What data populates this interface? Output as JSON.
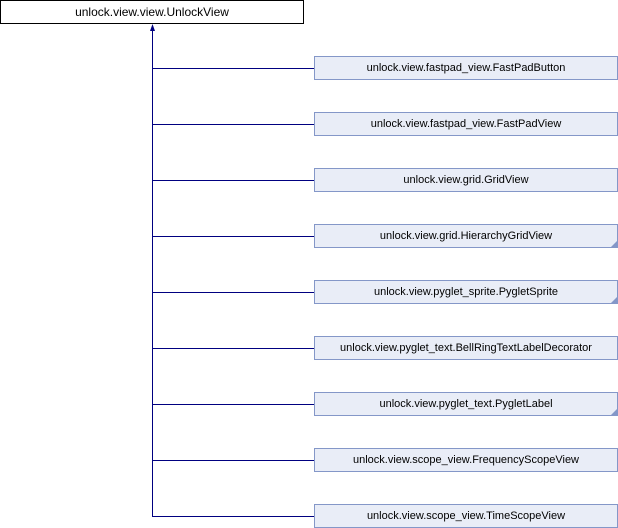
{
  "base_class": "unlock.view.view.UnlockView",
  "derived_classes": [
    {
      "name": "unlock.view.fastpad_view.FastPadButton",
      "has_subclasses": false
    },
    {
      "name": "unlock.view.fastpad_view.FastPadView",
      "has_subclasses": false
    },
    {
      "name": "unlock.view.grid.GridView",
      "has_subclasses": false
    },
    {
      "name": "unlock.view.grid.HierarchyGridView",
      "has_subclasses": true
    },
    {
      "name": "unlock.view.pyglet_sprite.PygletSprite",
      "has_subclasses": true
    },
    {
      "name": "unlock.view.pyglet_text.BellRingTextLabelDecorator",
      "has_subclasses": false
    },
    {
      "name": "unlock.view.pyglet_text.PygletLabel",
      "has_subclasses": true
    },
    {
      "name": "unlock.view.scope_view.FrequencyScopeView",
      "has_subclasses": false
    },
    {
      "name": "unlock.view.scope_view.TimeScopeView",
      "has_subclasses": false
    }
  ],
  "colors": {
    "edge": "#000080",
    "box_border": "#8497c8",
    "box_fill": "#e9edf7"
  }
}
